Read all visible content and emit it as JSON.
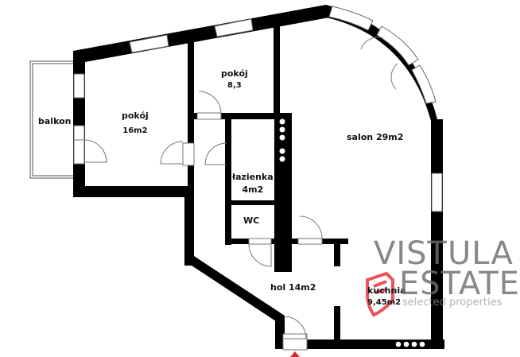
{
  "floor_plan": {
    "rooms": [
      {
        "id": "balkon",
        "name": "balkon",
        "area": ""
      },
      {
        "id": "pokoj-1",
        "name": "pokój",
        "area": "16m2"
      },
      {
        "id": "pokoj-2",
        "name": "pokój",
        "area": "8,3"
      },
      {
        "id": "lazienka",
        "name": "łazienka",
        "area": "4m2"
      },
      {
        "id": "wc",
        "name": "WC",
        "area": ""
      },
      {
        "id": "salon",
        "name": "salon 29m2",
        "area": ""
      },
      {
        "id": "hol",
        "name": "hol 14m2",
        "area": ""
      },
      {
        "id": "kuchnia",
        "name": "kuchnia",
        "area": "9,45m2"
      }
    ],
    "entrance_marker": "entrance-arrow"
  },
  "watermark": {
    "line1": "VISTULA",
    "line2": "ESTATE",
    "tagline": "selected properties",
    "logo_color": "#e8363d",
    "text_color": "#6e6e6e"
  }
}
